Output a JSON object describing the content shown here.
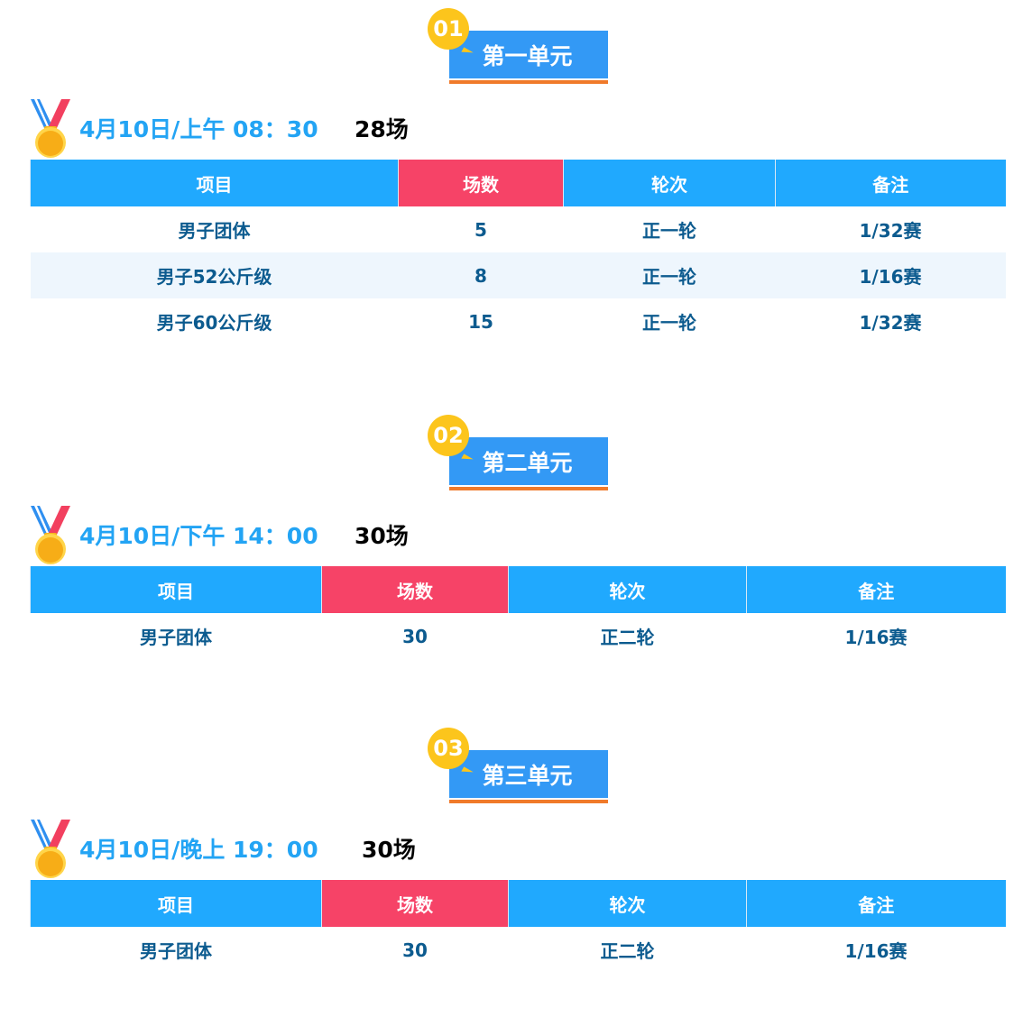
{
  "headers": [
    "项目",
    "场数",
    "轮次",
    "备注"
  ],
  "sections": [
    {
      "num": "01",
      "title": "第一单元",
      "time": "4月10日/上午 08：30",
      "count": "28场",
      "rows": [
        [
          "男子团体",
          "5",
          "正一轮",
          "1/32赛"
        ],
        [
          "男子52公斤级",
          "8",
          "正一轮",
          "1/16赛"
        ],
        [
          "男子60公斤级",
          "15",
          "正一轮",
          "1/32赛"
        ]
      ]
    },
    {
      "num": "02",
      "title": "第二单元",
      "time": "4月10日/下午 14：00",
      "count": "30场",
      "rows": [
        [
          "男子团体",
          "30",
          "正二轮",
          "1/16赛"
        ]
      ]
    },
    {
      "num": "03",
      "title": "第三单元",
      "time": "4月10日/晚上 19：00",
      "count": "30场",
      "rows": [
        [
          "男子团体",
          "30",
          "正二轮",
          "1/16赛"
        ]
      ]
    }
  ],
  "colors": {
    "header": "#20a9fe",
    "highlight": "#f64367",
    "badge": "#3399f5",
    "number": "#fcc51c",
    "underline": "#f07a2a"
  }
}
